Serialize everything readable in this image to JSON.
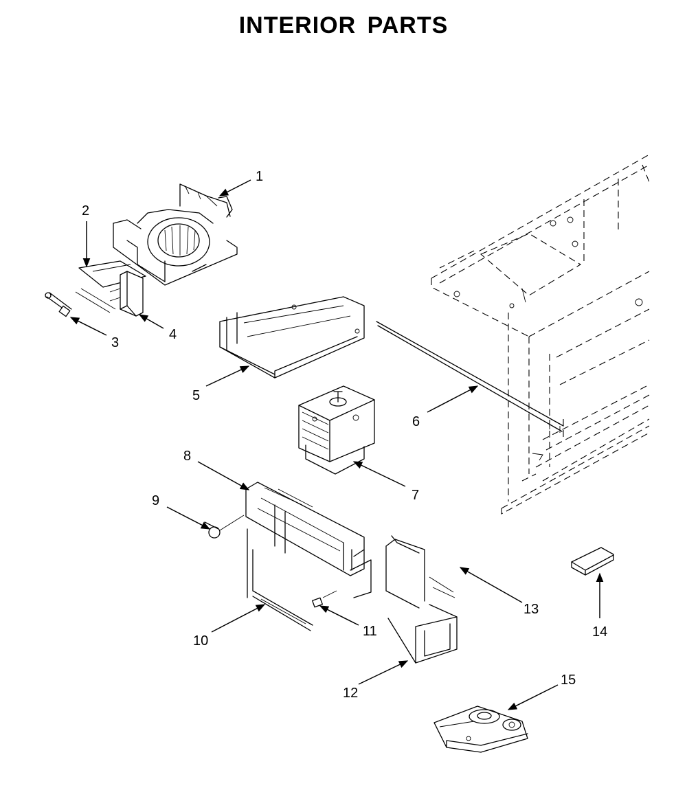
{
  "title": "INTERIOR PARTS",
  "callouts": {
    "c1": "1",
    "c2": "2",
    "c3": "3",
    "c4": "4",
    "c5": "5",
    "c6": "6",
    "c7": "7",
    "c8": "8",
    "c9": "9",
    "c10": "10",
    "c11": "11",
    "c12": "12",
    "c13": "13",
    "c14": "14",
    "c15": "15"
  }
}
